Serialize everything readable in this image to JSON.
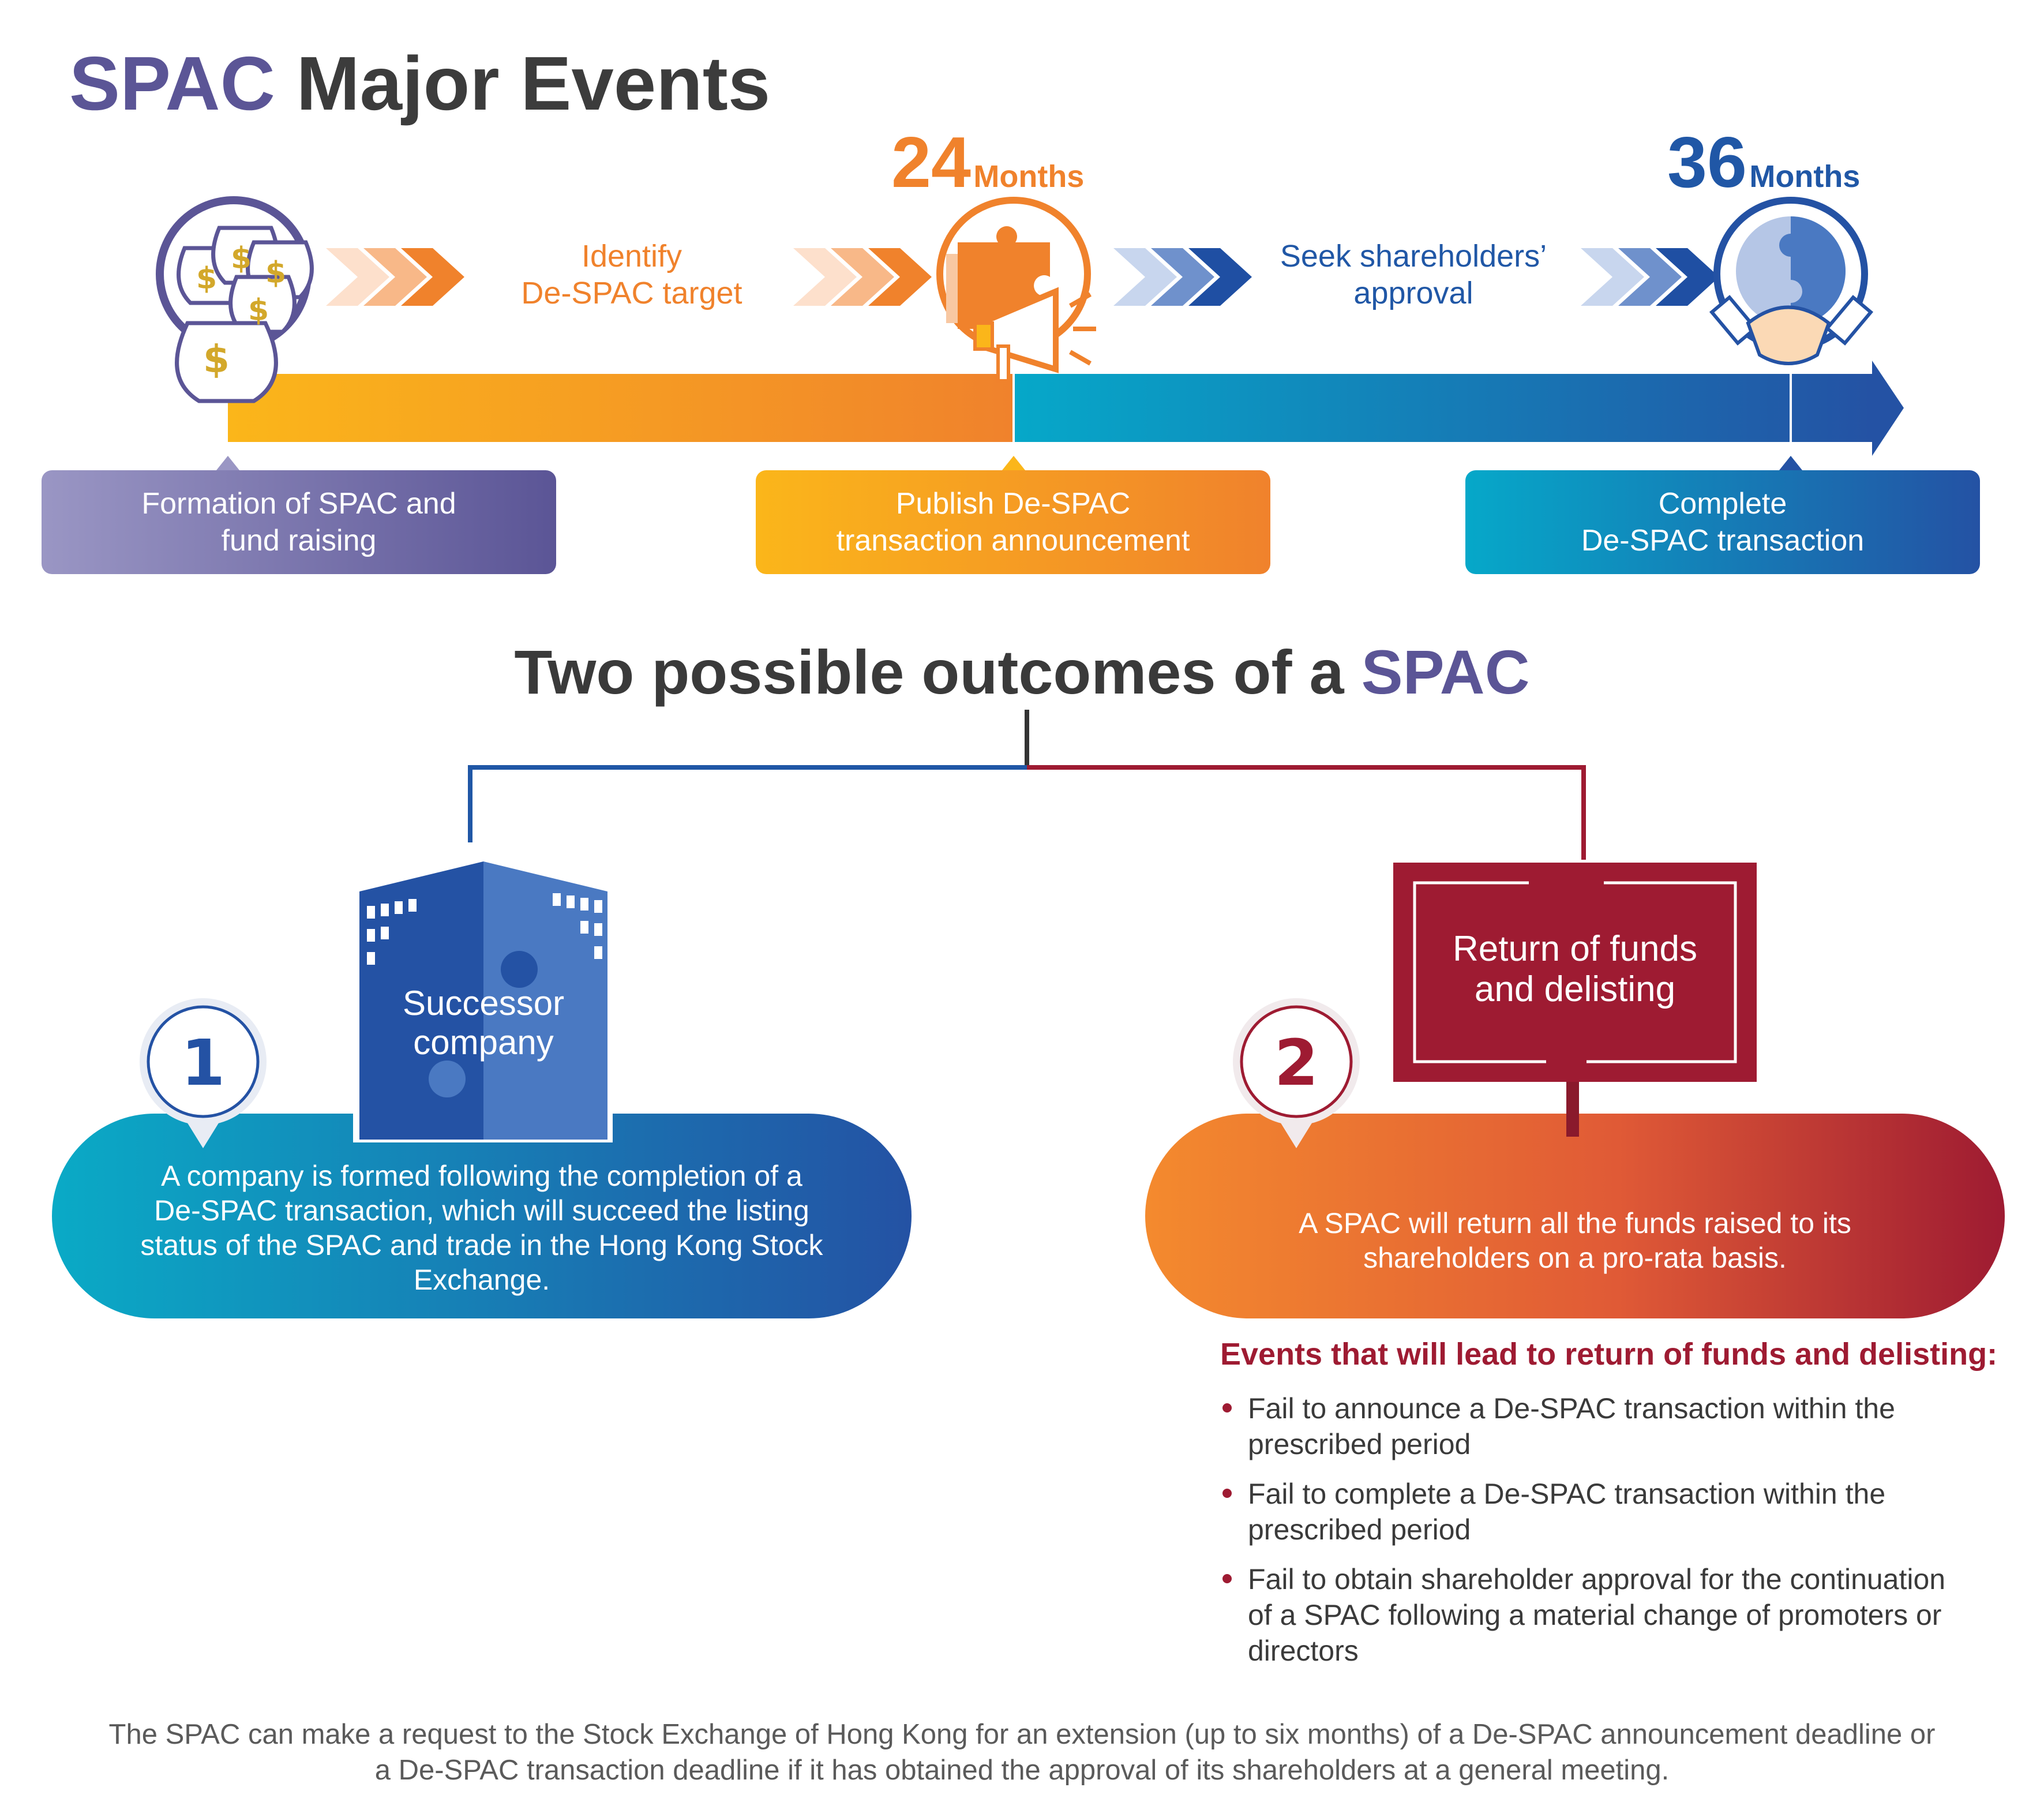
{
  "header": {
    "title_accent": "SPAC",
    "title_rest": " Major Events"
  },
  "timeline": {
    "milestone_24": {
      "number": "24",
      "unit": "Months"
    },
    "milestone_36": {
      "number": "36",
      "unit": "Months"
    },
    "step_identify": {
      "line1": "Identify",
      "line2": "De-SPAC target"
    },
    "step_seek": {
      "line1": "Seek shareholders’",
      "line2": "approval"
    },
    "events": [
      {
        "line1": "Formation of SPAC and",
        "line2": "fund raising"
      },
      {
        "line1": "Publish De-SPAC",
        "line2": "transaction announcement"
      },
      {
        "line1": "Complete",
        "line2": "De-SPAC transaction"
      }
    ]
  },
  "outcomes": {
    "title_rest": "Two possible outcomes of a ",
    "title_accent": "SPAC",
    "outcome1": {
      "number": "1",
      "building_line1": "Successor",
      "building_line2": "company",
      "desc": [
        "A company is formed following the completion of a",
        "De-SPAC transaction, which will succeed the listing",
        "status of the SPAC and trade in the Hong Kong Stock",
        "Exchange."
      ]
    },
    "outcome2": {
      "number": "2",
      "sign_line1": "Return of funds",
      "sign_line2": "and delisting",
      "desc": [
        "A SPAC will return all the funds raised to its",
        "shareholders on a pro-rata basis."
      ]
    },
    "events_title": "Events that will lead to return of funds and delisting:",
    "events": [
      "Fail to announce a De-SPAC transaction within the prescribed period",
      "Fail to complete a De-SPAC transaction within the prescribed period",
      "Fail to obtain shareholder approval for the continuation of a SPAC following a material change of promoters or directors"
    ]
  },
  "footnote": {
    "line1": "The SPAC can make a request to the Stock Exchange of Hong Kong for an extension (up to six months) of a De-SPAC announcement deadline or",
    "line2": "a De-SPAC transaction deadline if it has obtained the approval of its shareholders at a general meeting."
  },
  "colors": {
    "purple": "#5b5596",
    "orange": "#f0822c",
    "amber": "#fbb61a",
    "teal": "#06a8c9",
    "blue": "#2057a6",
    "crimson": "#9e1b32",
    "dark_text": "#3a3a3a"
  },
  "icons": [
    "money-bags-icon",
    "puzzle-megaphone-icon",
    "puzzle-handshake-icon",
    "building-puzzle-icon",
    "sign-board-icon",
    "location-pin-icon"
  ]
}
